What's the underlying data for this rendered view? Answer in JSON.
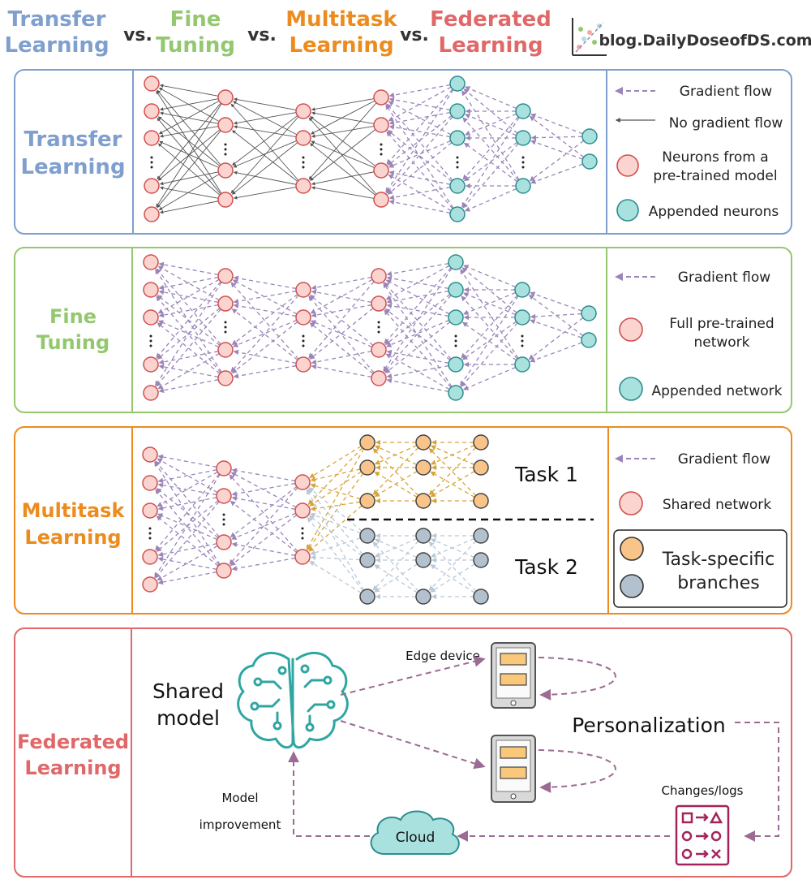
{
  "header": {
    "t1": [
      "Transfer",
      "Learning"
    ],
    "t2": [
      "Fine",
      "Tuning"
    ],
    "t3": [
      "Multitask",
      "Learning"
    ],
    "t4": [
      "Federated",
      "Learning"
    ],
    "vs": "vs.",
    "brand": "blog.DailyDoseofDS.com"
  },
  "colors": {
    "transfer": "#7f9fcf",
    "fine": "#93c86f",
    "multitask": "#ec8b1e",
    "federated": "#e06868",
    "pink": "#fbd3cf",
    "pink_stroke": "#cf5050",
    "teal": "#a9e1de",
    "teal_stroke": "#2b8d8f",
    "orange": "#f9c48a",
    "gray": "#b3c0cd",
    "arrow": "#9b85b8",
    "brain": "#2fa6a2",
    "logs": "#a3245c"
  },
  "panels": {
    "transfer": {
      "label": [
        "Transfer",
        "Learning"
      ],
      "legend": {
        "gradient": "Gradient flow",
        "no_gradient": "No gradient flow",
        "pretrained": [
          "Neurons from a",
          "pre-trained model"
        ],
        "appended": "Appended neurons"
      }
    },
    "fine": {
      "label": [
        "Fine",
        "Tuning"
      ],
      "legend": {
        "gradient": "Gradient flow",
        "full": [
          "Full pre-trained",
          "network"
        ],
        "appended": "Appended network"
      }
    },
    "multitask": {
      "label": [
        "Multitask",
        "Learning"
      ],
      "task1": "Task 1",
      "task2": "Task 2",
      "legend": {
        "gradient": "Gradient flow",
        "shared": "Shared network",
        "branches": [
          "Task-specific",
          "branches"
        ]
      }
    },
    "federated": {
      "label": [
        "Federated",
        "Learning"
      ],
      "shared_model": [
        "Shared",
        "model"
      ],
      "edge_device": "Edge device",
      "personalization": "Personalization",
      "changes": "Changes/logs",
      "cloud": "Cloud",
      "model_improvement": [
        "Model",
        "improvement"
      ]
    }
  }
}
